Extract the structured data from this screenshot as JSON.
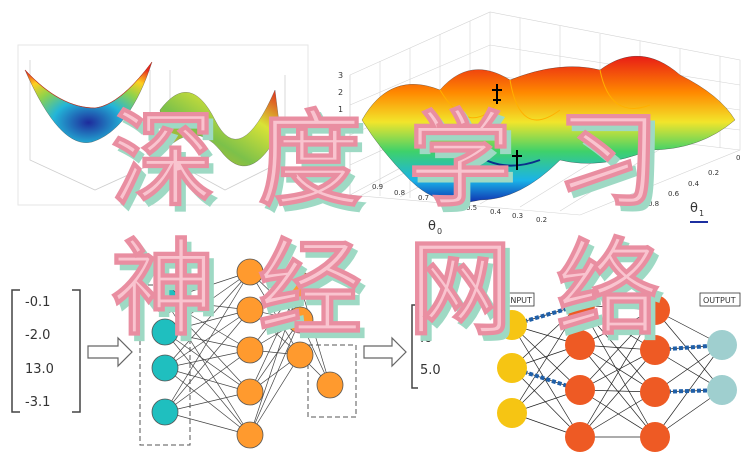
{
  "overlay_title": {
    "line1": [
      "深",
      "度",
      "学",
      "习"
    ],
    "line2": [
      "神",
      "经",
      "网",
      "络"
    ],
    "fill_color": "#f9c4cf",
    "shadow_color": "#9ed9c4"
  },
  "surface_plot_large": {
    "z_ticks": [
      "3",
      "2",
      "1",
      "0"
    ],
    "axis_theta0_label": "θ",
    "axis_theta0_sub": "0",
    "axis_theta1_label": "θ",
    "axis_theta1_sub": "1",
    "theta0_ticks": [
      "0.9",
      "0.8",
      "0.7",
      "0.6",
      "0.5",
      "0.4",
      "0.3",
      "0.2"
    ],
    "theta1_ticks": [
      "0.8",
      "0.6",
      "0.4",
      "0.2",
      "0"
    ]
  },
  "input_vector": {
    "values": [
      "-0.1",
      "-2.0",
      "13.0",
      "-3.1"
    ]
  },
  "output_vector": {
    "values": [
      ".0",
      "5.0"
    ]
  },
  "net_right": {
    "input_label": "INPUT",
    "output_label": "OUTPUT"
  },
  "colors": {
    "teal_node": "#1fbfbf",
    "orange_node": "#ff9a2e",
    "yellow_node": "#f6c513",
    "red_node": "#ee5a24",
    "output_node": "#9fcfcf"
  }
}
